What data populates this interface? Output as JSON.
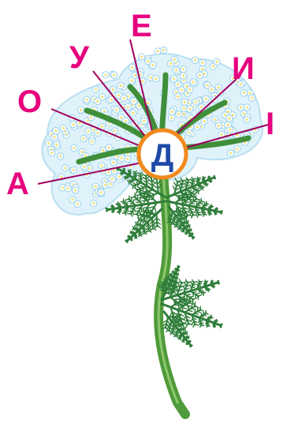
{
  "center_letter": "Д",
  "vowels": {
    "e": "Е",
    "u": "У",
    "o": "О",
    "a": "А",
    "y": "И",
    "i": "І"
  },
  "colors": {
    "letters": "#e6007e",
    "center_letter": "#1f4aa8",
    "center_ring": "#f18a1e",
    "stem": "#4f9a3a",
    "leaves": "#2f7d3a",
    "flowers": "#dff2fa",
    "flower_centers": "#f2e27a",
    "lines": "#a0005f"
  }
}
